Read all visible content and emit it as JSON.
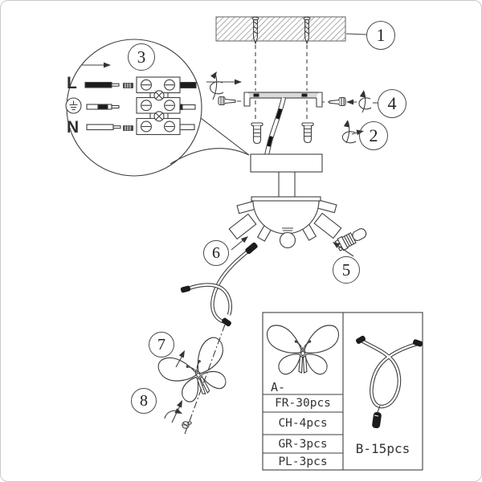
{
  "steps": {
    "s1": "1",
    "s2": "2",
    "s3": "3",
    "s4": "4",
    "s5": "5",
    "s6": "6",
    "s7": "7",
    "s8": "8"
  },
  "wiring": {
    "live": "L",
    "neutral": "N"
  },
  "parts_table": {
    "part_a_label": "A-",
    "part_a_rows": [
      "FR-30pcs",
      "CH-4pcs",
      "GR-3pcs",
      "PL-3pcs"
    ],
    "part_b_label": "B-15pcs"
  },
  "icons": {
    "earth_ground": "earth-ground-icon",
    "rotation": "rotation-arrow-icon",
    "butterfly": "butterfly-icon",
    "decor_wire": "curly-wire-icon"
  },
  "colors": {
    "line": "#3f3f3f",
    "black_fill": "#1c1c1c",
    "bracket_fill": "#d9d9d9",
    "hatch": "#8a8a8a",
    "frame_border": "#c9c9c9"
  }
}
